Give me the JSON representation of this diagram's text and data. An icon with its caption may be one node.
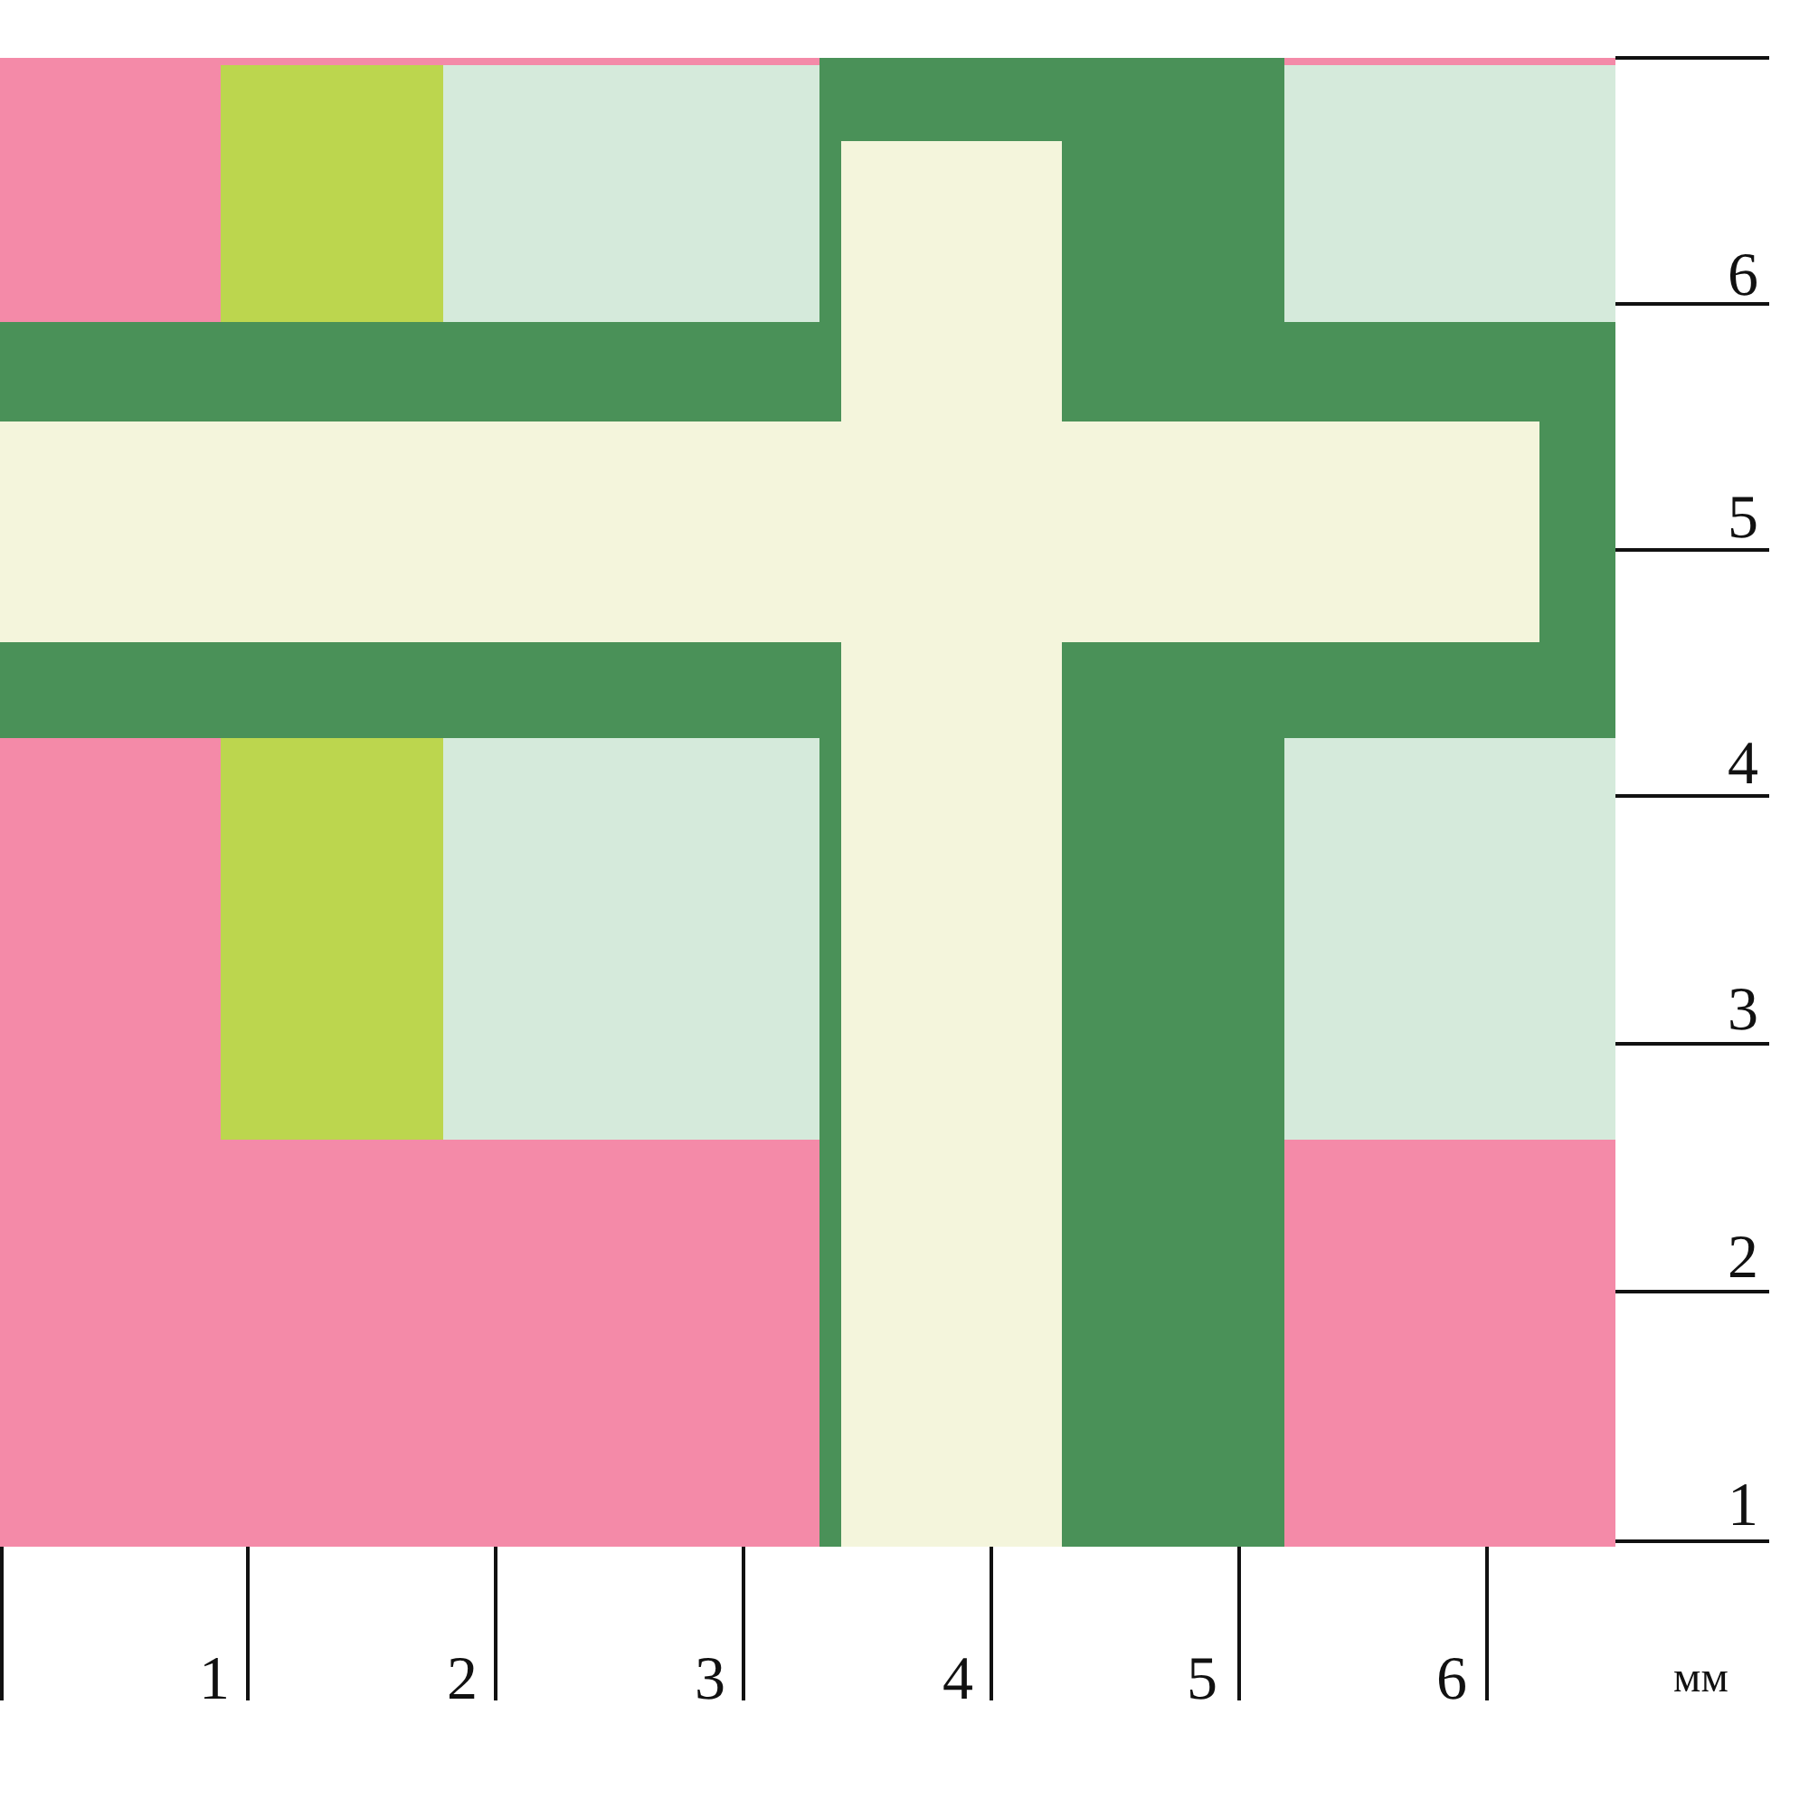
{
  "diagram": {
    "labels": [
      "6",
      "5",
      "4",
      "3",
      "2",
      "1",
      "1",
      "2",
      "3",
      "4",
      "5",
      "6",
      "мм"
    ]
  }
}
